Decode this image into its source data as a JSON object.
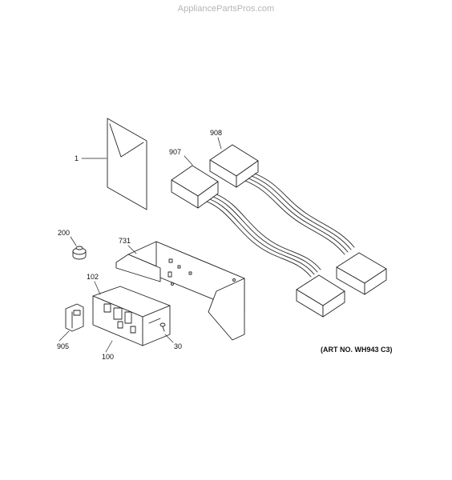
{
  "watermark": "AppliancePartsPros.com",
  "art_number": "(ART NO. WH943 C3)",
  "callouts": {
    "manual": "1",
    "cable_907": "907",
    "cable_908": "908",
    "knob": "200",
    "housing": "731",
    "bracket": "102",
    "switch": "905",
    "board": "100",
    "screw": "30"
  }
}
